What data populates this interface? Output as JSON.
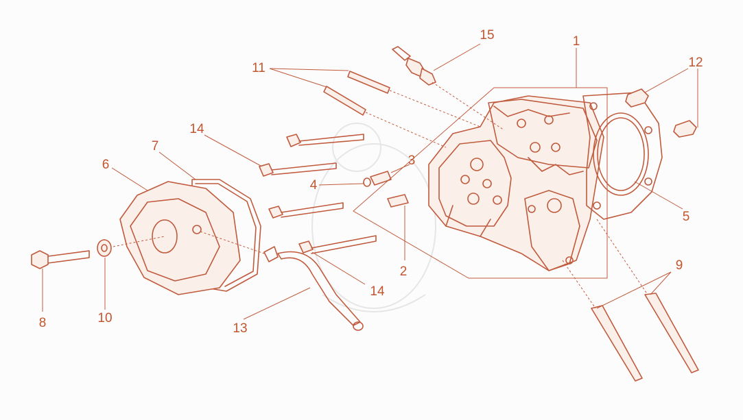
{
  "colors": {
    "line": "#c05a3c",
    "label": "#c0552f",
    "background": "#fdfcfc"
  },
  "callouts": {
    "c1": "1",
    "c2": "2",
    "c3": "3",
    "c4": "4",
    "c5": "5",
    "c6": "6",
    "c7": "7",
    "c8": "8",
    "c9": "9",
    "c10": "10",
    "c11": "11",
    "c12": "12",
    "c13": "13",
    "c14a": "14",
    "c14b": "14",
    "c15": "15"
  }
}
